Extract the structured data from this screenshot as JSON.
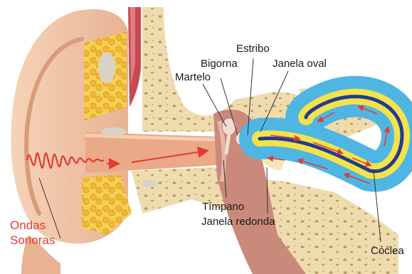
{
  "labels": {
    "estribo": "Estribo",
    "bigorna": "Bigorna",
    "janela_oval": "Janela oval",
    "martelo": "Martelo",
    "timpano": "Tímpano",
    "janela_redonda": "Janela redonda",
    "ondas_line1": "Ondas",
    "ondas_line2": "Sonoras",
    "coclea": "Cóclea"
  },
  "colors": {
    "skin": "#f2c6a6",
    "skin_shadow": "#d99b7a",
    "bone": "#efdcae",
    "fat": "#f3c64a",
    "canal": "#e9a987",
    "cochlea_outer": "#4fb6e3",
    "cochlea_inner": "#f3e24b",
    "arrow_red": "#e53935",
    "ossicle": "#c98a7c"
  }
}
